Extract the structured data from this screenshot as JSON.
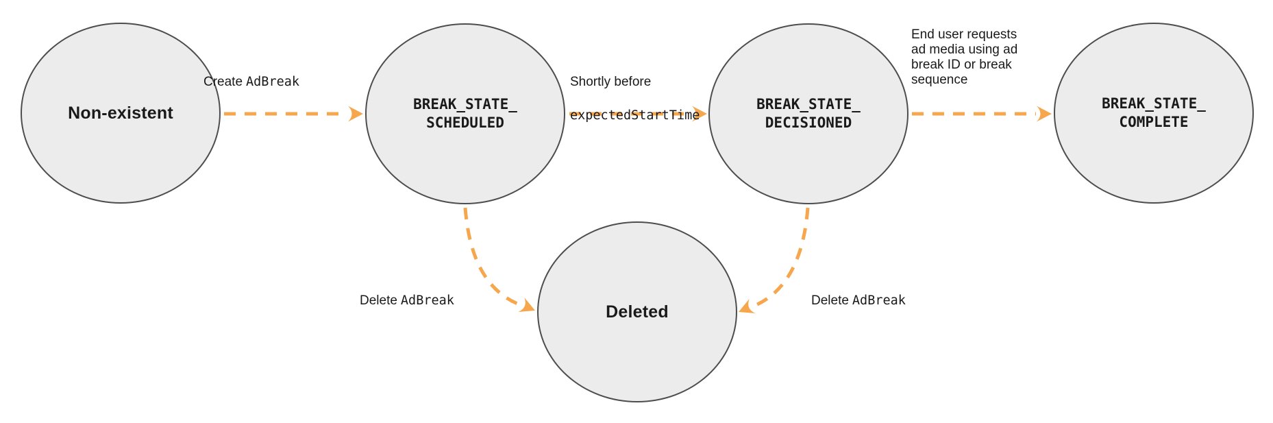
{
  "diagram": {
    "colors": {
      "arrow": "#F6A64D",
      "node_fill": "#ECECEC",
      "node_border": "#4D4D4D",
      "text": "#1A1A1A"
    },
    "nodes": {
      "non_existent": {
        "label": "Non-existent"
      },
      "scheduled": {
        "label_lines": [
          "BREAK_STATE_",
          "SCHEDULED"
        ]
      },
      "decisioned": {
        "label_lines": [
          "BREAK_STATE_",
          "DECISIONED"
        ]
      },
      "complete": {
        "label_lines": [
          "BREAK_STATE_",
          "COMPLETE"
        ]
      },
      "deleted": {
        "label": "Deleted"
      }
    },
    "edges": {
      "create_adbreak": {
        "plain": "Create",
        "code": "AdBreak"
      },
      "shortly_before": {
        "plain": "Shortly before",
        "code": "expectedStartTime"
      },
      "end_user_request": {
        "lines": [
          "End user requests",
          "ad media using ad",
          "break ID or break",
          "sequence"
        ]
      },
      "delete_adbreak_left": {
        "plain": "Delete",
        "code": "AdBreak"
      },
      "delete_adbreak_right": {
        "plain": "Delete",
        "code": "AdBreak"
      }
    }
  }
}
